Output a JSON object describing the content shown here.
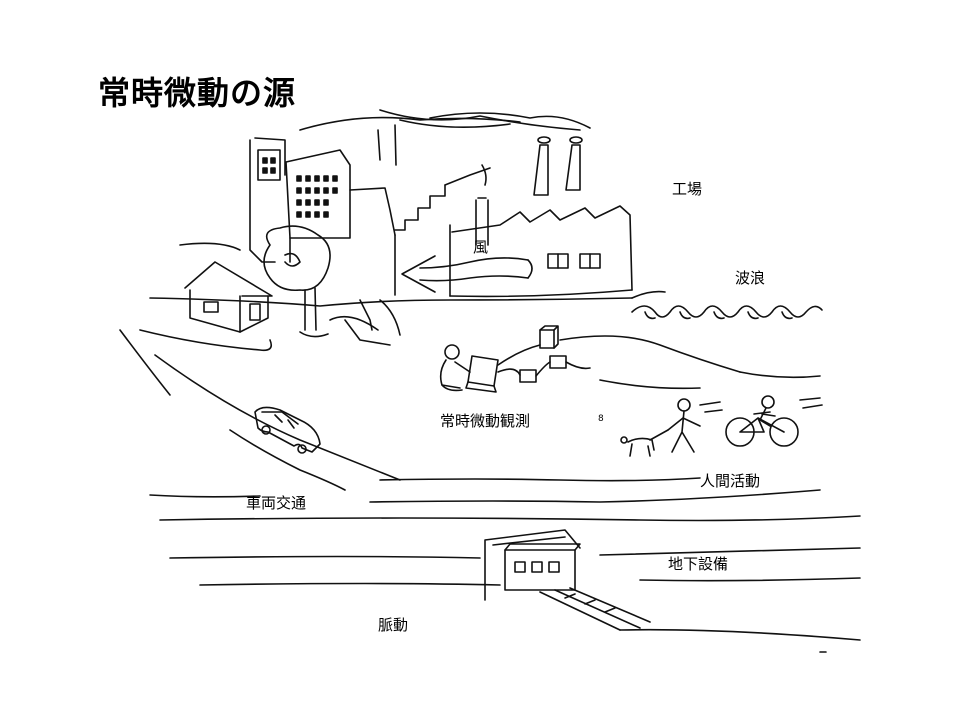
{
  "title": "常時微動の源",
  "labels": {
    "factory": "工場",
    "wind": "風",
    "waves": "波浪",
    "observation": "常時微動観測",
    "human_activity": "人間活動",
    "vehicle_traffic": "車両交通",
    "underground": "地下設備",
    "pulsation": "脈動",
    "small_mark": "8"
  }
}
